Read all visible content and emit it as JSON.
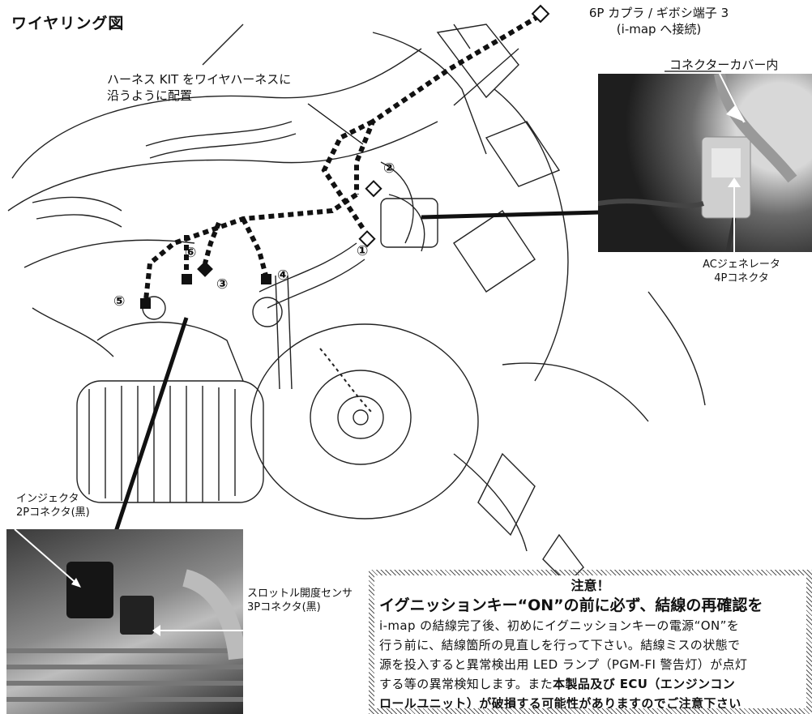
{
  "title": "ワイヤリング図",
  "labels": {
    "coupler_line1": "6P カプラ / ギボシ端子 3",
    "coupler_line2": "(i-map へ接続)",
    "harness_line1": "ハーネス KIT をワイヤハーネスに",
    "harness_line2": "沿うように配置",
    "connector_cover": "コネクターカバー内",
    "acgen_line1": "ACジェネレータ",
    "acgen_line2": "4Pコネクタ",
    "injector_line1": "インジェクタ",
    "injector_line2": "2Pコネクタ(黒)",
    "throttle_line1": "スロットル開度センサ",
    "throttle_line2": "3Pコネクタ(黒)"
  },
  "markers": {
    "m1": "①",
    "m2": "②",
    "m3": "③",
    "m4": "④",
    "m5": "⑤",
    "m6": "⑥"
  },
  "notice": {
    "title": "注意！",
    "heading": "イグニッションキー“ON”の前に必ず、結線の再確認を",
    "body_1": "i-map の結線完了後、初めにイグニッションキーの電源“ON”を",
    "body_2": "行う前に、結線箇所の見直しを行って下さい。結線ミスの状態で",
    "body_3": "源を投入すると異常検出用 LED ランプ（PGM-FI 警告灯）が点灯",
    "body_4a": "する等の異常検知します。また",
    "body_4b": "本製品及び ECU（エンジンコン",
    "body_5": "ロールユニット）が破損する可能性がありますのでご注意下さい"
  }
}
